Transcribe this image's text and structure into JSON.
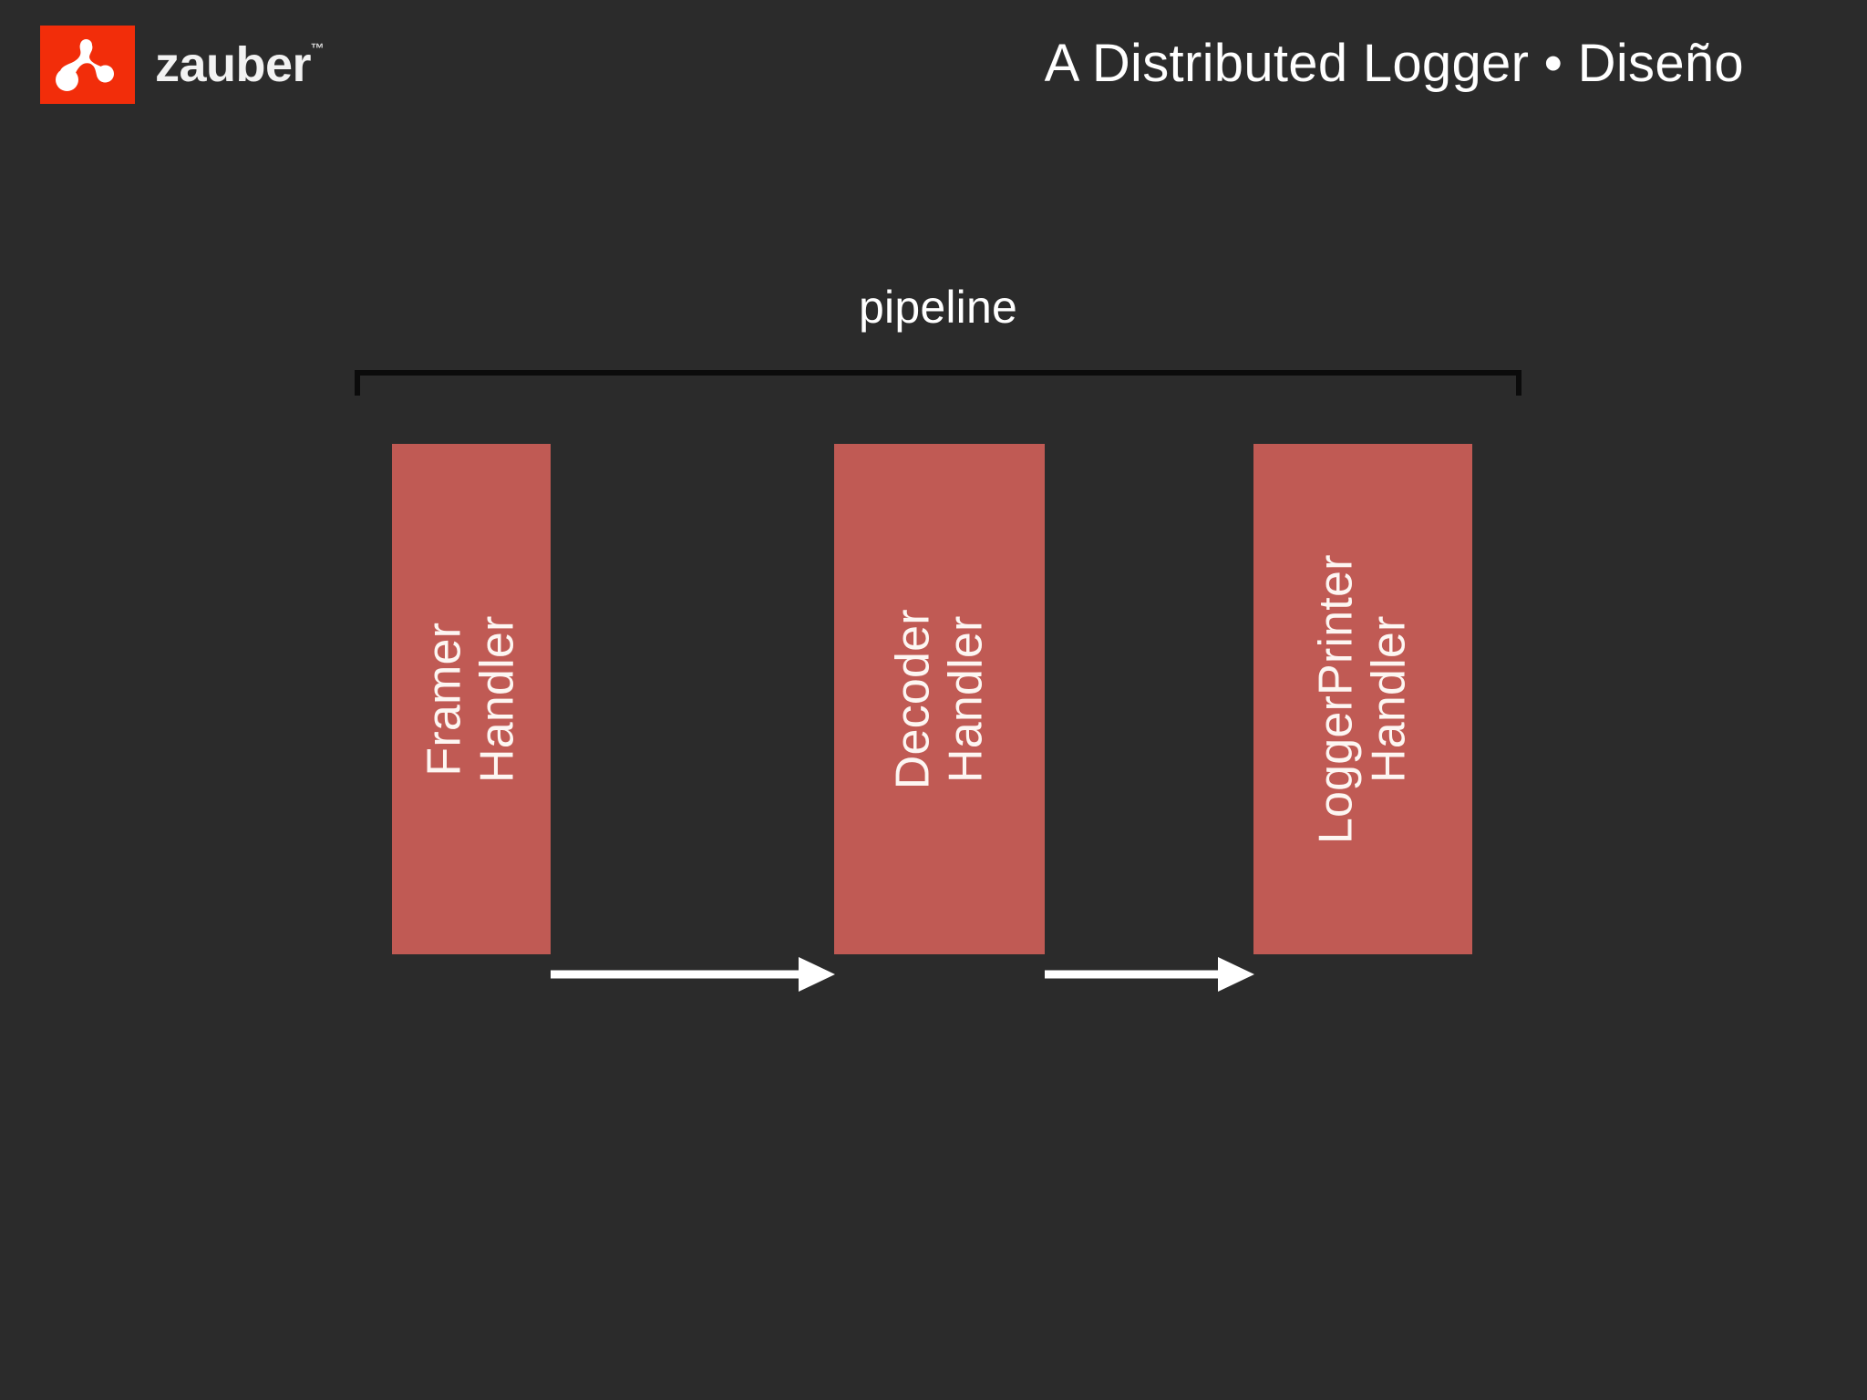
{
  "background_color": "#2b2b2b",
  "header": {
    "brand": {
      "wordmark": "zauber",
      "trademark": "™",
      "mark_icon": "zauber-trilobe-logo-icon",
      "mark_background_color": "#f22d0a",
      "mark_glyph_color": "#ffffff"
    },
    "title": "A Distributed Logger • Diseño"
  },
  "diagram": {
    "group_label": "pipeline",
    "bracket_color": "#0b0b0b",
    "stage_color": "#c05a54",
    "arrow_color": "#ffffff",
    "stages": [
      {
        "label": "Framer Handler"
      },
      {
        "label": "Decoder Handler"
      },
      {
        "label": "LoggerPrinter\nHandler"
      }
    ],
    "arrows": [
      {
        "from": "Framer Handler",
        "to": "Decoder Handler"
      },
      {
        "from": "Decoder Handler",
        "to": "LoggerPrinter Handler"
      }
    ]
  }
}
